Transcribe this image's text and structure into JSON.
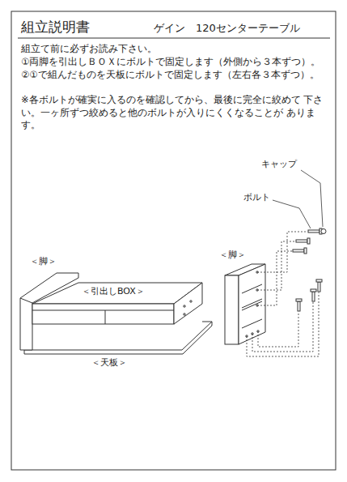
{
  "diagram": {
    "title": "組立説明書",
    "labels": [
      "ゲイン　120センターテーブル",
      "組立て前に必ずお読み下さい。",
      "①両脚を引出しＢＯＸにボルトで固定します（外側から３本ずつ）。",
      "②①で組んだものを天板にボルトで固定します（左右各３本ずつ）。",
      "※各ボルトが確実に入るのを確認してから、最後に完全に絞めて 下さい。一ヶ所ずつ絞めると他のボルトが入りにくくなることが あります。",
      "＜脚＞",
      "＜引出しBOX＞",
      "＜脚＞",
      "＜天板＞",
      "キャップ",
      "ボルト"
    ]
  }
}
